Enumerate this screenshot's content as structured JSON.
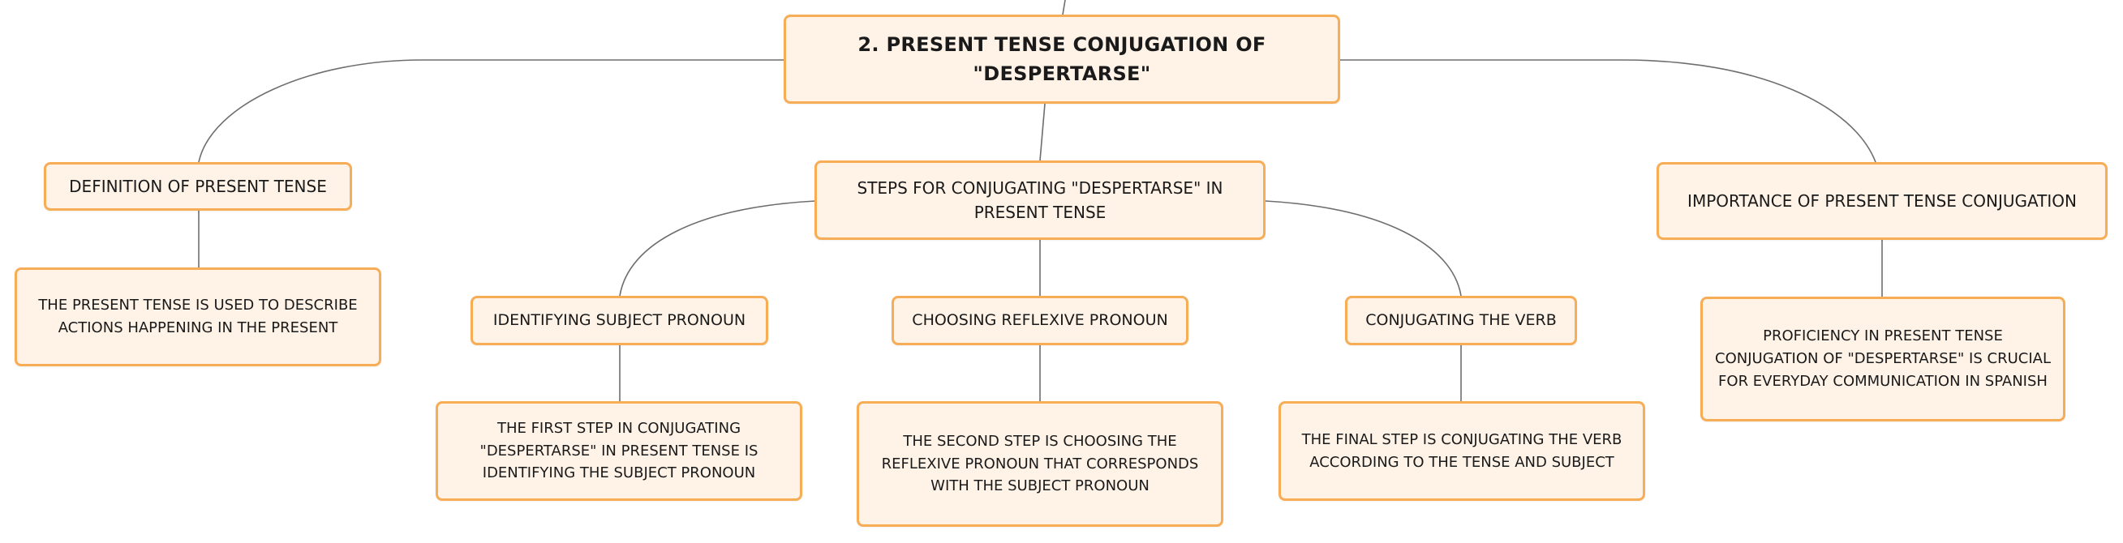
{
  "root": {
    "label": "2. PRESENT TENSE CONJUGATION OF \"DESPERTARSE\""
  },
  "definition": {
    "label": "DEFINITION OF PRESENT TENSE",
    "detail": "THE PRESENT TENSE IS USED TO DESCRIBE ACTIONS HAPPENING IN THE PRESENT"
  },
  "steps": {
    "label": "STEPS FOR CONJUGATING \"DESPERTARSE\" IN PRESENT TENSE",
    "items": [
      {
        "label": "IDENTIFYING SUBJECT PRONOUN",
        "detail": "THE FIRST STEP IN CONJUGATING \"DESPERTARSE\" IN PRESENT TENSE IS IDENTIFYING THE SUBJECT PRONOUN"
      },
      {
        "label": "CHOOSING REFLEXIVE PRONOUN",
        "detail": "THE SECOND STEP IS CHOOSING THE REFLEXIVE PRONOUN THAT CORRESPONDS WITH THE SUBJECT PRONOUN"
      },
      {
        "label": "CONJUGATING THE VERB",
        "detail": "THE FINAL STEP IS CONJUGATING THE VERB ACCORDING TO THE TENSE AND SUBJECT"
      }
    ]
  },
  "importance": {
    "label": "IMPORTANCE OF PRESENT TENSE CONJUGATION",
    "detail": "PROFICIENCY IN PRESENT TENSE CONJUGATION OF \"DESPERTARSE\" IS CRUCIAL FOR EVERYDAY COMMUNICATION IN SPANISH"
  }
}
